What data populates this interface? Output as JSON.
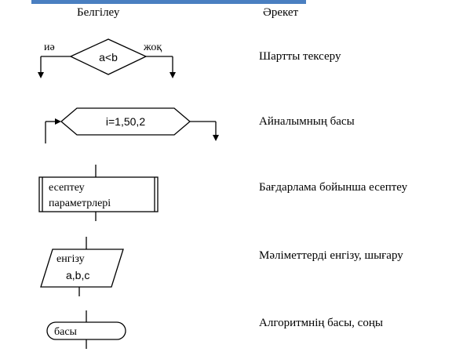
{
  "colors": {
    "top_band": "#4a7fc1",
    "ink": "#000000",
    "background": "#ffffff"
  },
  "header": {
    "symbol_col": "Белгілеу",
    "action_col": "Әрекет"
  },
  "rows": [
    {
      "symbol": "decision",
      "shape_text": "a<b",
      "branch_left": "иә",
      "branch_right": "жоқ",
      "description": "Шартты тексеру"
    },
    {
      "symbol": "loop",
      "shape_text": "i=1,50,2",
      "description": "Айналымның басы"
    },
    {
      "symbol": "process",
      "shape_text_1": "есептеу",
      "shape_text_2": "параметрлері",
      "description": "Бағдарлама бойынша есептеу"
    },
    {
      "symbol": "input-output",
      "shape_text_1": "енгізу",
      "shape_text_2": "a,b,c",
      "description": "Мәліметтерді енгізу, шығару"
    },
    {
      "symbol": "terminator",
      "shape_text": "басы",
      "description": "Алгоритмнің басы, соңы"
    }
  ]
}
